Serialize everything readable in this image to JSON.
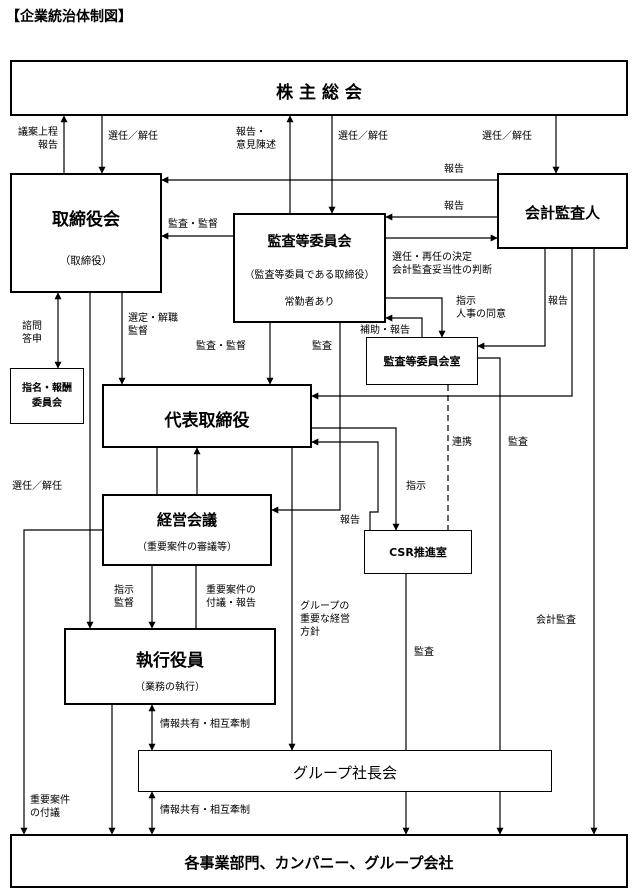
{
  "title": "【企業統治体制図】",
  "boxes": {
    "shareholders": "株 主 総 会",
    "board": "取締役会",
    "board_sub": "（取締役）",
    "audit_committee": "監査等委員会",
    "audit_committee_sub": "（監査等委員である取締役）",
    "audit_committee_note": "常勤者あり",
    "auditor": "会計監査人",
    "nomination": "指名・報酬\n委員会",
    "audit_office": "監査等委員会室",
    "representative": "代表取締役",
    "management_meeting": "経営会議",
    "management_meeting_sub": "（重要案件の審議等）",
    "csr": "CSR推進室",
    "officers": "執行役員",
    "officers_sub": "（業務の執行）",
    "group_presidents": "グループ社長会",
    "business_units": "各事業部門、カンパニー、グループ会社"
  },
  "labels": {
    "agenda_report": "議案上程\n報告",
    "elect_dismiss_1": "選任／解任",
    "report_opinion": "報告・\n意見陳述",
    "elect_dismiss_2": "選任／解任",
    "elect_dismiss_3": "選任／解任",
    "report_1": "報告",
    "report_2": "報告",
    "audit_supervise_1": "監査・監督",
    "select_reappoint": "選任・再任の決定\n会計監査妥当性の判断",
    "consult_reply": "諮問\n答申",
    "select_dismiss_supervise": "選定・解職\n監督",
    "audit_supervise_2": "監査・監督",
    "audit_1": "監査",
    "instruction_consent": "指示\n人事の同意",
    "report_3": "報告",
    "assist_report": "補助・報告",
    "collaboration": "連携",
    "audit_2": "監査",
    "elect_dismiss_4": "選任／解任",
    "instruction_1": "指示",
    "report_4": "報告",
    "instruct_supervise": "指示\n監督",
    "important_proposal_report": "重要案件の\n付議・報告",
    "group_policy": "グループの\n重要な経営\n方針",
    "accounting_audit": "会計監査",
    "audit_3": "監査",
    "info_share_1": "情報共有・相互牽制",
    "info_share_2": "情報共有・相互牽制",
    "important_proposal": "重要案件\nの付議"
  }
}
